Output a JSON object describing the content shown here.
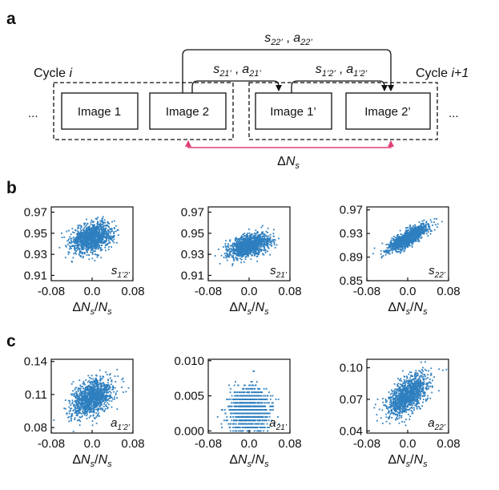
{
  "panel_letters": {
    "a": "a",
    "b": "b",
    "c": "c"
  },
  "schematic": {
    "boxes": [
      "Image 1",
      "Image 2",
      "Image 1’",
      "Image 2’"
    ],
    "cycle_left": "Cycle ",
    "cycle_left_var": "i",
    "cycle_right": "Cycle ",
    "cycle_right_var": "i+1",
    "ellipsis": "...",
    "arrow_top": {
      "s": "s",
      "s_sub": "22’",
      "sep": " , ",
      "a": "a",
      "a_sub": "22’"
    },
    "arrow_mid_left": {
      "s": "s",
      "s_sub": "21’",
      "sep": " , ",
      "a": "a",
      "a_sub": "21’"
    },
    "arrow_mid_right": {
      "s": "s",
      "s_sub": "1’2’",
      "sep": " , ",
      "a": "a",
      "a_sub": "1’2’"
    },
    "delta_label": {
      "delta": "Δ",
      "n": "N",
      "sub": "s"
    },
    "arrow_color": "#e0407a",
    "box_color": "#111111"
  },
  "xlabel": {
    "delta": "Δ",
    "n": "N",
    "sub": "s",
    "slash": "/",
    "n2": "N",
    "sub2": "s"
  },
  "point_color": "#2e7fbf",
  "chart_data": [
    {
      "id": "b1",
      "type": "scatter",
      "xlim": [
        -0.08,
        0.08
      ],
      "ylim": [
        0.905,
        0.975
      ],
      "xticks": [
        "-0.08",
        "0.0",
        "0.08"
      ],
      "xtick_values": [
        -0.08,
        0.0,
        0.08
      ],
      "yticks": [
        "0.97",
        "0.95",
        "0.93",
        "0.91"
      ],
      "ytick_values": [
        0.97,
        0.95,
        0.93,
        0.91
      ],
      "corner": {
        "base": "s",
        "sub": "1’2’"
      },
      "cloud": {
        "n": 1200,
        "x_mean": 0.0,
        "x_sd": 0.02,
        "y_mean": 0.946,
        "y_sd": 0.007,
        "corr": 0.3
      }
    },
    {
      "id": "b2",
      "type": "scatter",
      "xlim": [
        -0.08,
        0.08
      ],
      "ylim": [
        0.905,
        0.975
      ],
      "xticks": [
        "-0.08",
        "0.0",
        "0.08"
      ],
      "xtick_values": [
        -0.08,
        0.0,
        0.08
      ],
      "yticks": [
        "0.97",
        "0.95",
        "0.93",
        "0.91"
      ],
      "ytick_values": [
        0.97,
        0.95,
        0.93,
        0.91
      ],
      "corner": {
        "base": "s",
        "sub": "21’"
      },
      "cloud": {
        "n": 1200,
        "x_mean": 0.0,
        "x_sd": 0.02,
        "y_mean": 0.938,
        "y_sd": 0.0055,
        "corr": 0.45
      }
    },
    {
      "id": "b3",
      "type": "scatter",
      "xlim": [
        -0.08,
        0.08
      ],
      "ylim": [
        0.85,
        0.975
      ],
      "xticks": [
        "-0.08",
        "0.0",
        "0.08"
      ],
      "xtick_values": [
        -0.08,
        0.0,
        0.08
      ],
      "yticks": [
        "0.97",
        "0.93",
        "0.89",
        "0.85"
      ],
      "ytick_values": [
        0.97,
        0.93,
        0.89,
        0.85
      ],
      "corner": {
        "base": "s",
        "sub": "22’"
      },
      "cloud": {
        "n": 1200,
        "x_mean": 0.0,
        "x_sd": 0.02,
        "y_mean": 0.922,
        "y_sd": 0.011,
        "corr": 0.8
      }
    },
    {
      "id": "c1",
      "type": "scatter",
      "xlim": [
        -0.08,
        0.08
      ],
      "ylim": [
        0.075,
        0.142
      ],
      "xticks": [
        "-0.08",
        "0.0",
        "0.08"
      ],
      "xtick_values": [
        -0.08,
        0.0,
        0.08
      ],
      "yticks": [
        "0.14",
        "0.11",
        "0.08"
      ],
      "ytick_values": [
        0.14,
        0.11,
        0.08
      ],
      "corner": {
        "base": "a",
        "sub": "1’2’"
      },
      "cloud": {
        "n": 1200,
        "x_mean": 0.0,
        "x_sd": 0.02,
        "y_mean": 0.107,
        "y_sd": 0.0085,
        "corr": 0.4
      }
    },
    {
      "id": "c2",
      "type": "scatter",
      "xlim": [
        -0.08,
        0.08
      ],
      "ylim": [
        -0.0003,
        0.0102
      ],
      "xticks": [
        "-0.08",
        "0.0",
        "0.08"
      ],
      "xtick_values": [
        -0.08,
        0.0,
        0.08
      ],
      "yticks": [
        "0.010",
        "0.005",
        "0.000"
      ],
      "ytick_values": [
        0.01,
        0.005,
        0.0
      ],
      "corner": {
        "base": "a",
        "sub": "21’"
      },
      "cloud": {
        "n": 1200,
        "x_mean": 0.0,
        "x_sd": 0.02,
        "y_mean": 0.003,
        "y_sd": 0.0016,
        "corr": 0.0,
        "quantum": 0.0005,
        "ymin": 0.0
      }
    },
    {
      "id": "c3",
      "type": "scatter",
      "xlim": [
        -0.08,
        0.08
      ],
      "ylim": [
        0.038,
        0.108
      ],
      "xticks": [
        "-0.08",
        "0.0",
        "0.08"
      ],
      "xtick_values": [
        -0.08,
        0.0,
        0.08
      ],
      "yticks": [
        "0.10",
        "0.07",
        "0.04"
      ],
      "ytick_values": [
        0.1,
        0.07,
        0.04
      ],
      "corner": {
        "base": "a",
        "sub": "22’"
      },
      "cloud": {
        "n": 1200,
        "x_mean": 0.0,
        "x_sd": 0.02,
        "y_mean": 0.074,
        "y_sd": 0.0095,
        "corr": 0.55
      }
    }
  ]
}
